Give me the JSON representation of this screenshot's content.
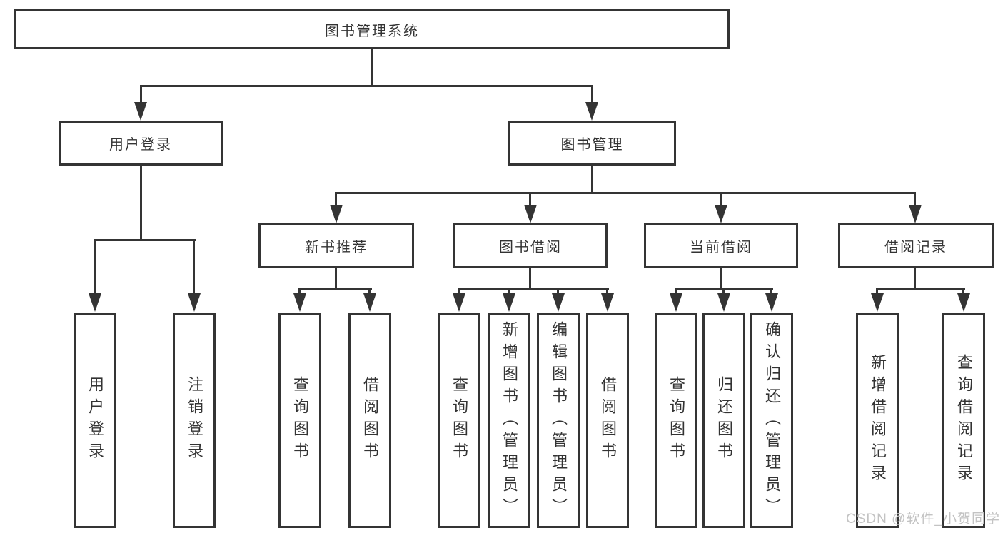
{
  "diagram": {
    "colors": {
      "line": "#343434",
      "text": "#333333",
      "bg": "#ffffff",
      "watermark": "#c3c3c3"
    },
    "watermark": {
      "text": "CSDN @软件_小贺同学"
    },
    "tree": {
      "label": "图书管理系统",
      "children": [
        {
          "label": "用户登录",
          "children": [
            {
              "label": "用户登录"
            },
            {
              "label": "注销登录"
            }
          ]
        },
        {
          "label": "图书管理",
          "children": [
            {
              "label": "新书推荐",
              "children": [
                {
                  "label": "查询图书"
                },
                {
                  "label": "借阅图书"
                }
              ]
            },
            {
              "label": "图书借阅",
              "children": [
                {
                  "label": "查询图书"
                },
                {
                  "label": "新增图书（管理员）"
                },
                {
                  "label": "编辑图书（管理员）"
                },
                {
                  "label": "借阅图书"
                }
              ]
            },
            {
              "label": "当前借阅",
              "children": [
                {
                  "label": "查询图书"
                },
                {
                  "label": "归还图书"
                },
                {
                  "label": "确认归还（管理员）"
                }
              ]
            },
            {
              "label": "借阅记录",
              "children": [
                {
                  "label": "新增借阅记录"
                },
                {
                  "label": "查询借阅记录"
                }
              ]
            }
          ]
        }
      ]
    }
  }
}
